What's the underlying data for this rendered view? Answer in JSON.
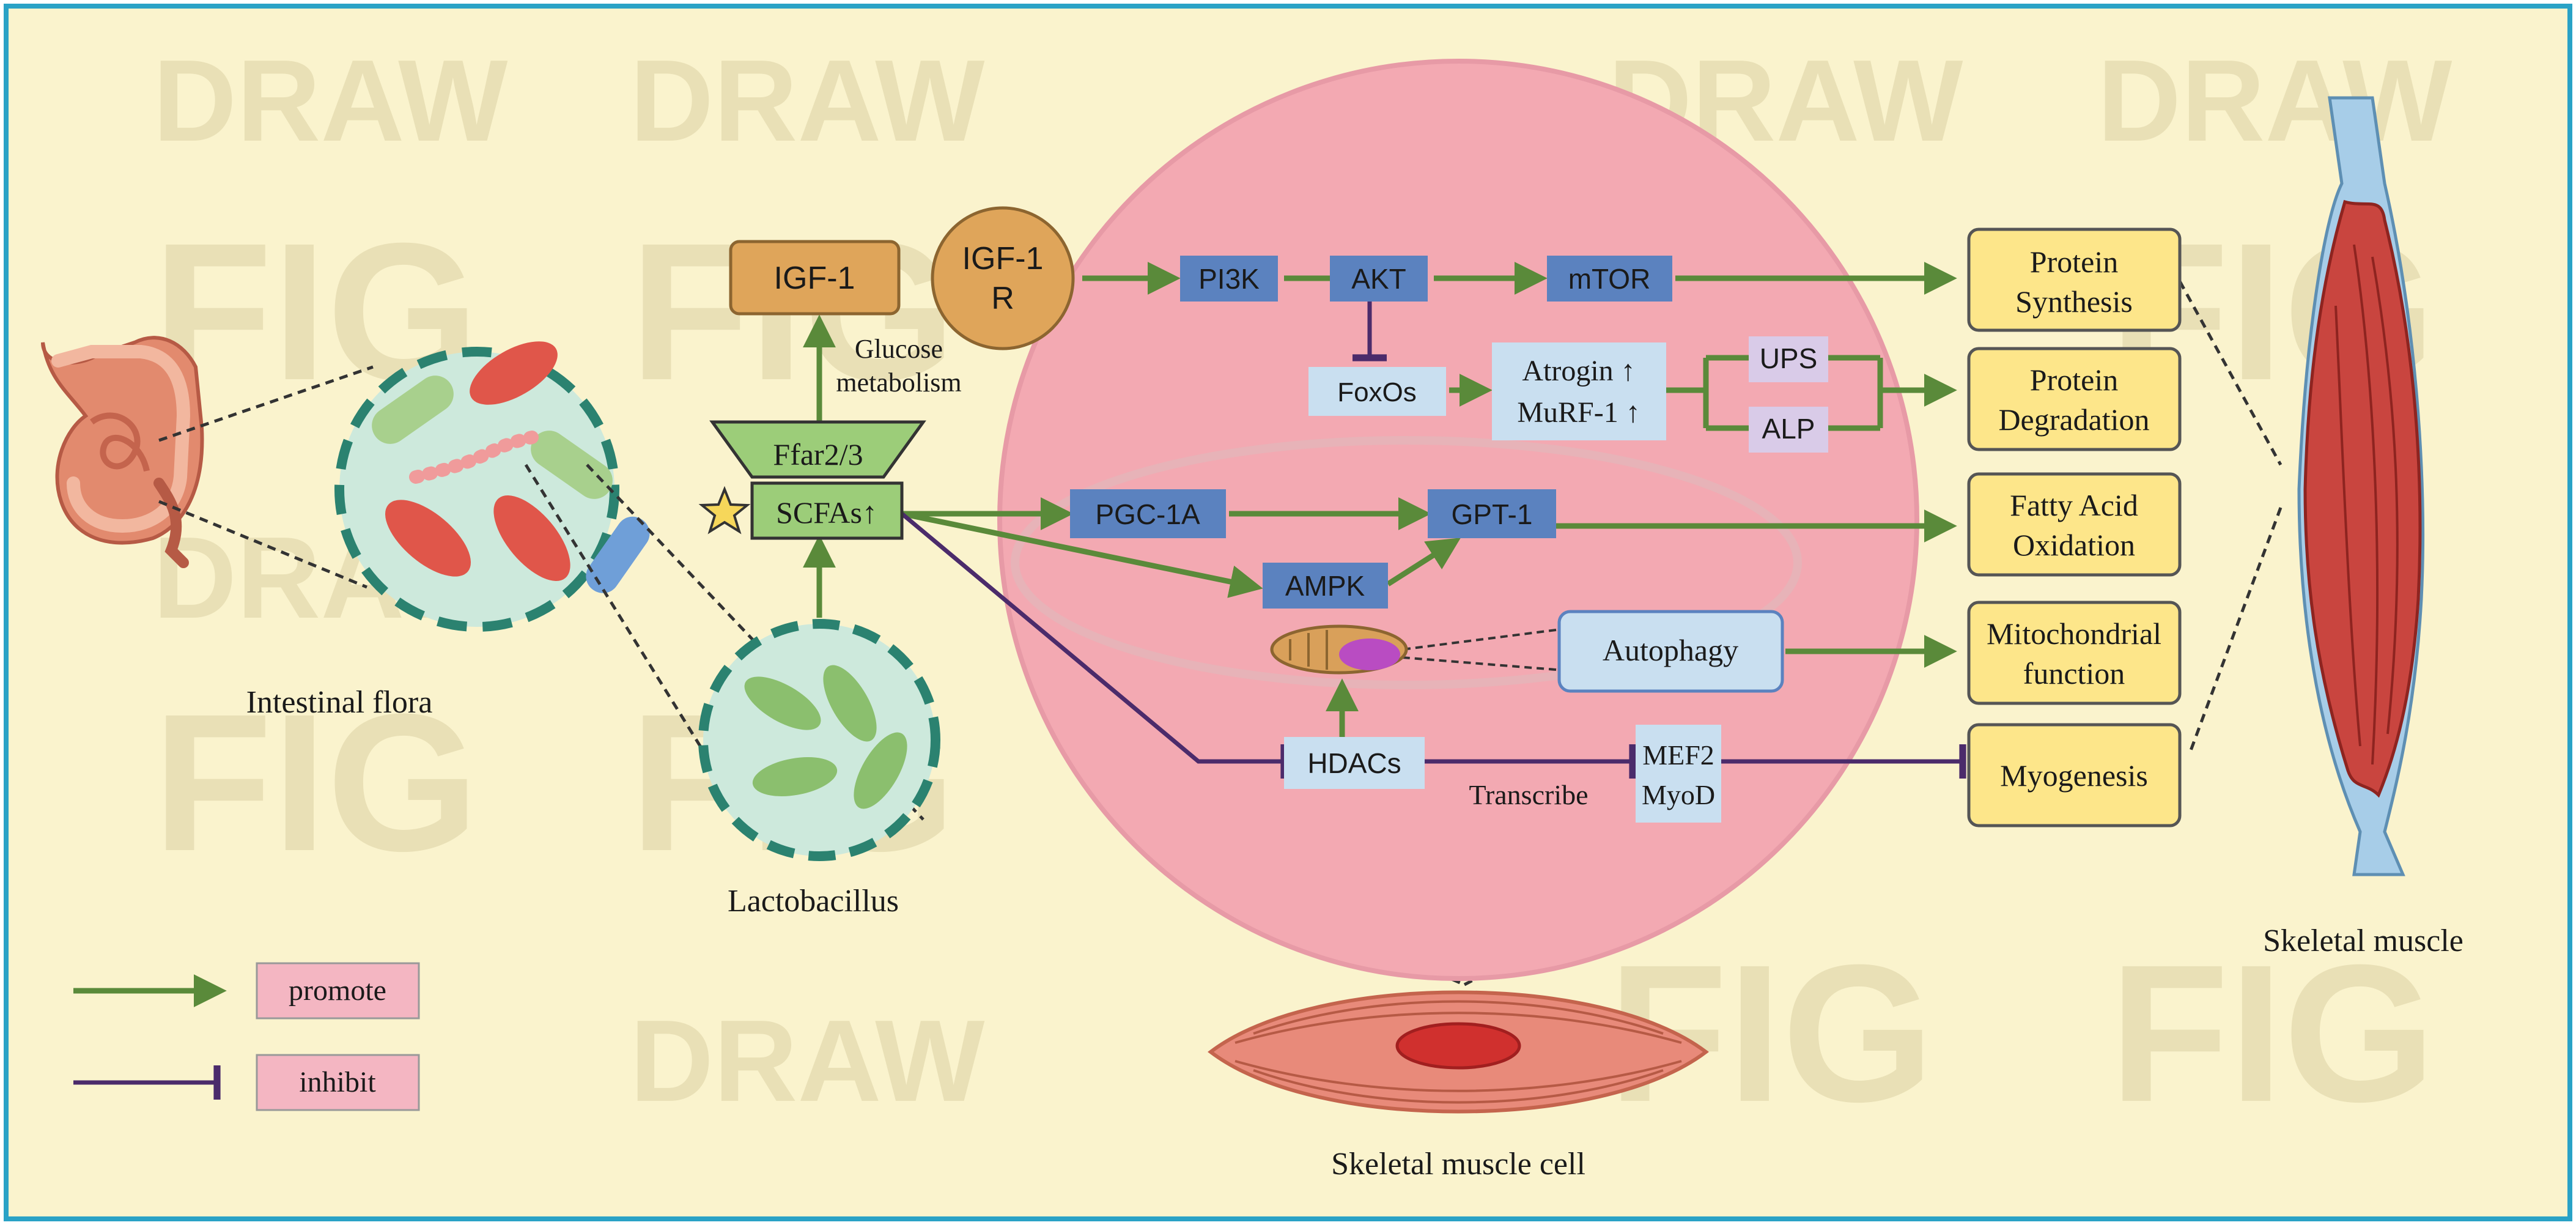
{
  "colors": {
    "background": "#faf3cd",
    "frame": "#2aa2c6",
    "cell": "#f3a9b2",
    "cell_edge": "#e79aa6",
    "promote": "#5a8a3a",
    "inhibit": "#4b2b6b",
    "box_blue": "#5b82bf",
    "box_lightblue": "#c9dff0",
    "box_yellow": "#fde68a",
    "box_orange": "#dfa55a",
    "box_pink": "#f4b6c2",
    "box_lavender": "#d9cbe8",
    "receptor_green": "#9ccd79"
  },
  "watermark": {
    "fig": "FIG",
    "draw": "DRAW"
  },
  "labels": {
    "intestinal_flora": "Intestinal flora",
    "lactobacillus": "Lactobacillus",
    "skeletal_muscle_cell": "Skeletal muscle cell",
    "skeletal_muscle": "Skeletal muscle",
    "glucose": "Glucose",
    "metabolism": "metabolism",
    "transcribe": "Transcribe"
  },
  "nodes": {
    "igf1": "IGF-1",
    "igf1r_line1": "IGF-1",
    "igf1r_line2": "R",
    "ffar": "Ffar2/3",
    "scfas": "SCFAs↑",
    "pi3k": "PI3K",
    "akt": "AKT",
    "mtor": "mTOR",
    "foxos": "FoxOs",
    "atrogin": "Atrogin ↑",
    "murf1": "MuRF-1 ↑",
    "ups": "UPS",
    "alp": "ALP",
    "pgc1a": "PGC-1A",
    "gpt1": "GPT-1",
    "ampk": "AMPK",
    "autophagy": "Autophagy",
    "hdacs": "HDACs",
    "mef2": "MEF2",
    "myod": "MyoD"
  },
  "outcomes": {
    "protein_synthesis": [
      "Protein",
      "Synthesis"
    ],
    "protein_degradation": [
      "Protein",
      "Degradation"
    ],
    "fatty_acid_oxidation": [
      "Fatty Acid",
      "Oxidation"
    ],
    "mitochondrial_function": [
      "Mitochondrial",
      "function"
    ],
    "myogenesis": "Myogenesis"
  },
  "legend": {
    "promote": "promote",
    "inhibit": "inhibit"
  }
}
